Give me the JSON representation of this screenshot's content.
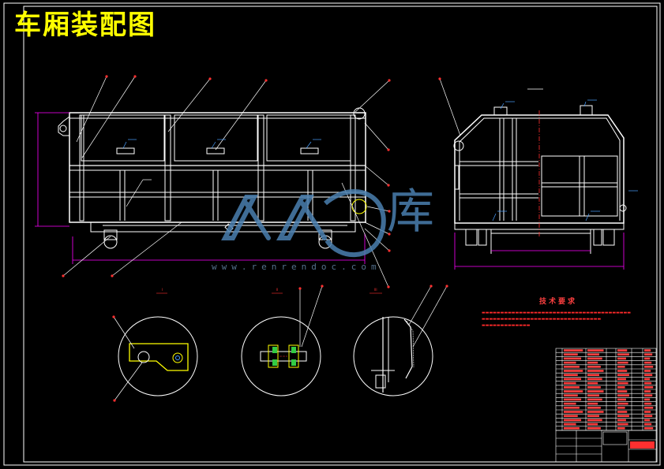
{
  "title": "车厢装配图",
  "technical_requirements": {
    "heading": "技术要求"
  },
  "watermark": {
    "brand_glyph": "库",
    "url": "www.renrendoc.com"
  },
  "colors": {
    "background": "#000000",
    "frame": "#ffffff",
    "title": "#ffff00",
    "dimension": "#ff00ff",
    "leader": "#ff4040",
    "highlight": "#ffff00",
    "watermark": "#4a7fb0"
  }
}
